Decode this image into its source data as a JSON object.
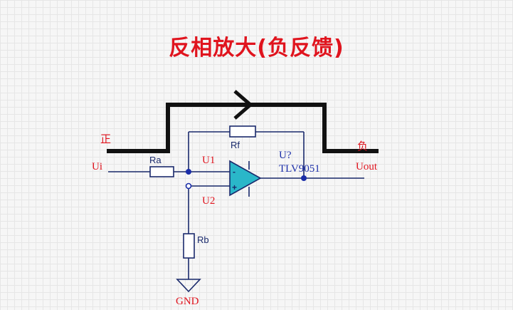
{
  "title": "反相放大(负反馈)",
  "labels": {
    "positive": "正",
    "negative": "负",
    "input": "Ui",
    "output": "Uout",
    "ground": "GND",
    "net_u1": "U1",
    "net_u2": "U2"
  },
  "components": {
    "ra": "Ra",
    "rb": "Rb",
    "rf": "Rf",
    "opamp_ref": "U?",
    "opamp_part": "TLV9051",
    "pin_minus": "-",
    "pin_plus": "+"
  },
  "colors": {
    "title": "#e0141e",
    "wire": "#1a2a6c",
    "opamp_fill": "#2ab7c9",
    "feedback_path": "#111111",
    "background": "#f6f6f6"
  }
}
